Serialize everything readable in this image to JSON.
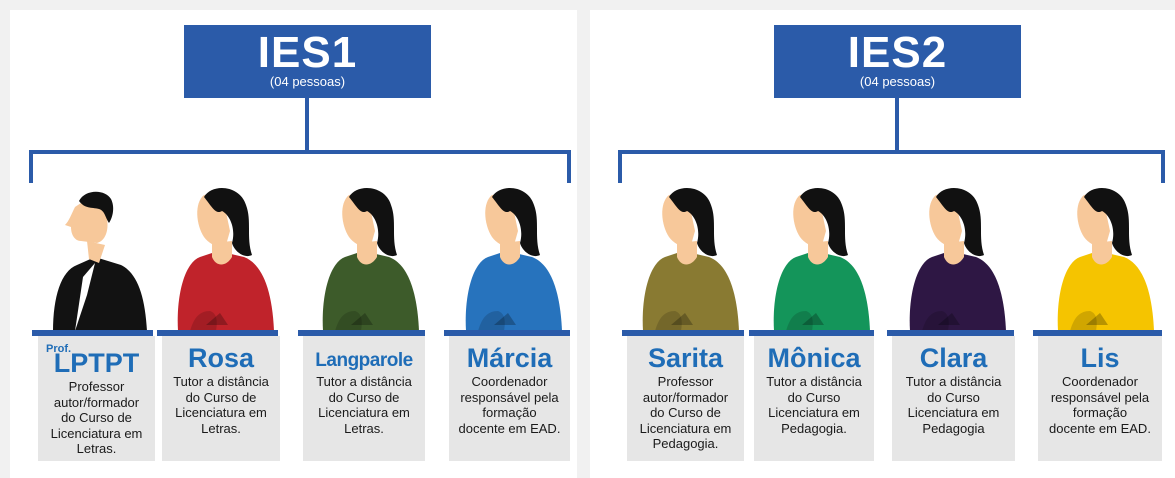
{
  "groups": [
    {
      "title": "IES1",
      "subtitle": "(04 pessoas)"
    },
    {
      "title": "IES2",
      "subtitle": "(04 pessoas)"
    }
  ],
  "people": [
    {
      "prefix": "Prof.",
      "name": "LPTPT",
      "desc": [
        "Professor",
        "autor/formador",
        "do Curso de",
        "Licenciatura em",
        "Letras."
      ],
      "shirt": "#121212",
      "figure": "man"
    },
    {
      "prefix": "",
      "name": "Rosa",
      "desc": [
        "Tutor a distância",
        "do Curso de",
        "Licenciatura em",
        "Letras."
      ],
      "shirt": "#c0232b",
      "figure": "woman"
    },
    {
      "prefix": "",
      "name": "Langparole",
      "desc": [
        "Tutor a distância",
        "do Curso de",
        "Licenciatura em",
        "Letras."
      ],
      "shirt": "#3d5b2a",
      "figure": "woman"
    },
    {
      "prefix": "",
      "name": "Márcia",
      "desc": [
        "Coordenador",
        "responsável pela",
        "formação",
        "docente em EAD."
      ],
      "shirt": "#2773bd",
      "figure": "woman"
    },
    {
      "prefix": "",
      "name": "Sarita",
      "desc": [
        "Professor",
        "autor/formador",
        "do Curso de",
        "Licenciatura em",
        "Pedagogia."
      ],
      "shirt": "#897a32",
      "figure": "woman"
    },
    {
      "prefix": "",
      "name": "Mônica",
      "desc": [
        "Tutor a distância",
        "do Curso",
        "Licenciatura em",
        "Pedagogia."
      ],
      "shirt": "#14955a",
      "figure": "woman"
    },
    {
      "prefix": "",
      "name": "Clara",
      "desc": [
        "Tutor a distância",
        "do Curso",
        "Licenciatura em",
        "Pedagogia"
      ],
      "shirt": "#2e1744",
      "figure": "woman"
    },
    {
      "prefix": "",
      "name": "Lis",
      "desc": [
        "Coordenador",
        "responsável pela",
        "formação",
        "docente em EAD."
      ],
      "shirt": "#f5c400",
      "figure": "woman"
    }
  ],
  "colors": {
    "accent": "#2b5ba9",
    "name": "#1f6db7",
    "skin": "#f7c89a",
    "hair": "#111111"
  }
}
